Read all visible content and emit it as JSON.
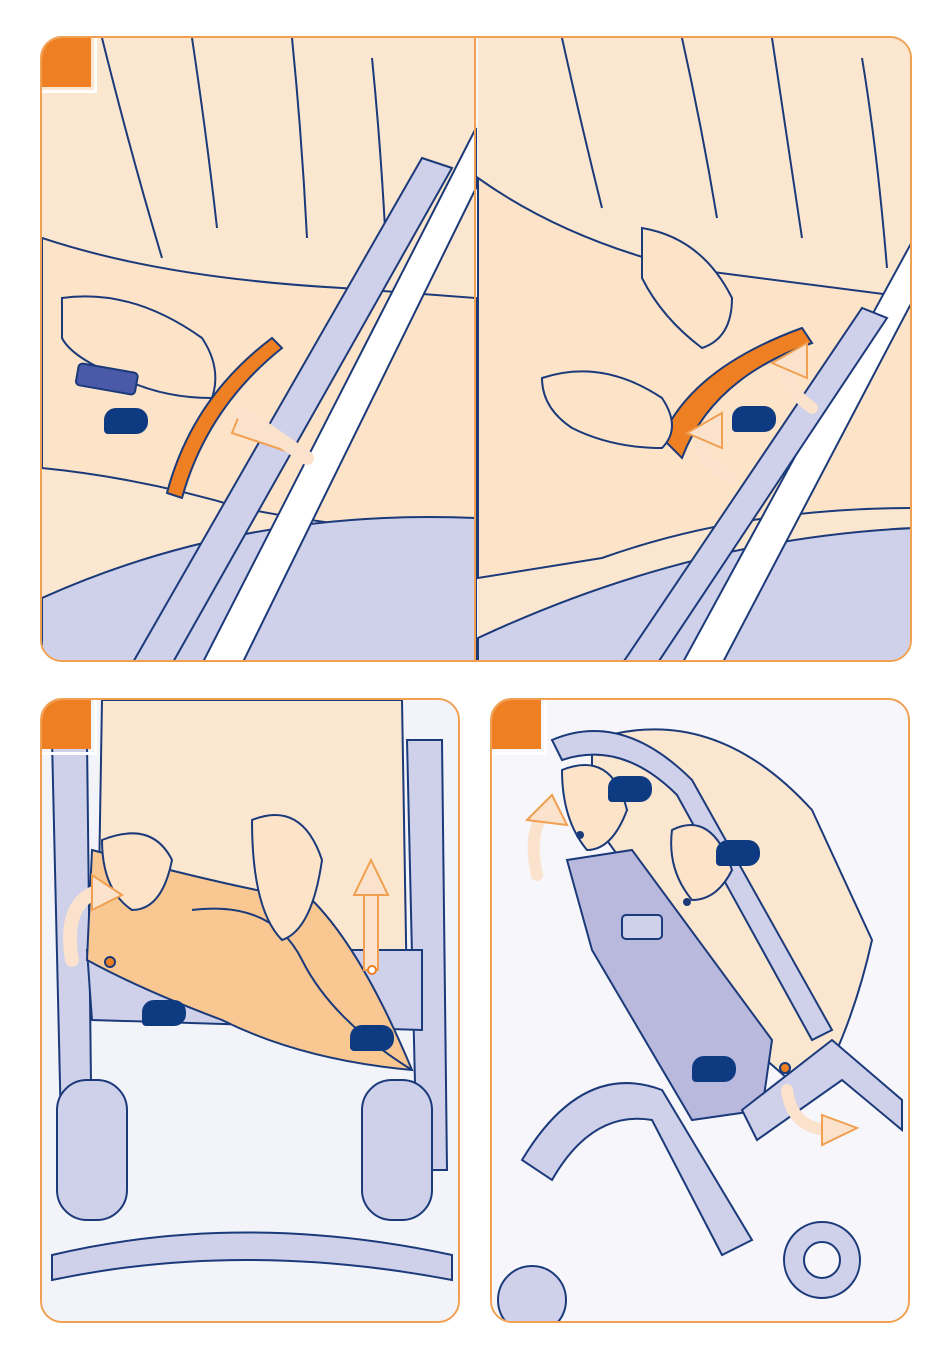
{
  "document": {
    "type": "assembly-instructions",
    "panels": [
      {
        "id": "panel-1",
        "step_tab": "",
        "callouts": [
          "",
          ""
        ]
      },
      {
        "id": "panel-2",
        "step_tab": "",
        "callouts": [
          ""
        ]
      },
      {
        "id": "panel-3",
        "step_tab": "",
        "callouts": [
          "",
          ""
        ]
      },
      {
        "id": "panel-4",
        "step_tab": "",
        "callouts": [
          "",
          "",
          ""
        ]
      }
    ]
  },
  "colors": {
    "accent_orange": "#ee7f22",
    "border_orange": "#f0a050",
    "callout_navy": "#0e3a82",
    "frame_lavender": "#cfd0ea",
    "skin_peach": "#fde3c8",
    "fabric_peach": "#f9c892"
  },
  "icons": [
    "push-arrow-icon",
    "curved-arrow-icon",
    "up-arrow-icon"
  ]
}
